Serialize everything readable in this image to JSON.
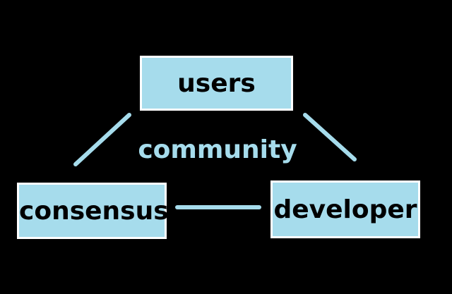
{
  "diagram": {
    "nodes": {
      "users": "users",
      "consensus": "consensus",
      "developer": "developer"
    },
    "center_label": "community"
  },
  "colors": {
    "background": "#000000",
    "node_fill": "#a6dcec",
    "node_border": "#ffffff",
    "node_text": "#000000",
    "connector": "#a6dcec",
    "center_text": "#a6dcec"
  }
}
